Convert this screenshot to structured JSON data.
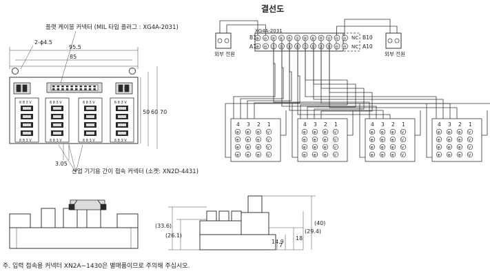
{
  "wiring": {
    "title": "결선도",
    "connector_model": "XG4A-2031",
    "row_b_left": "B1",
    "row_a_left": "A1",
    "row_b_right": "B10",
    "row_a_right": "A10",
    "nc_label": "NC",
    "power_left_label": "외부 전원",
    "power_right_label": "외부 전원",
    "top_pins": [
      "⊕",
      "⊖",
      "⑧",
      "⑥",
      "④",
      "②",
      "⑧",
      "⑥",
      "④",
      "②",
      "⊖",
      "⊖"
    ],
    "bottom_pins": [
      "⊕",
      "⊖",
      "⑦",
      "⑤",
      "③",
      "①",
      "⑦",
      "⑤",
      "③",
      "①",
      "⊖",
      "⊖"
    ],
    "module_headers": [
      "4",
      "3",
      "2",
      "1"
    ],
    "module_symbols": [
      "⊕",
      "⊕",
      "⊕",
      "⊕",
      "V"
    ]
  },
  "front_view": {
    "flat_cable_label": "플랫 케이블 커넥터 (MIL 타입 플러그 : XG4A-2031)",
    "hole_label": "2-ϕ4.5",
    "dim_width_outer": "95.5",
    "dim_width_inner": "85",
    "dim_h_50": "50",
    "dim_h_60": "60",
    "dim_h_70": "70",
    "dim_pitch": "3.05",
    "socket_label": "산업 기기용 간이 접속 커넥터 (소켓: XN2D-4431)",
    "module_text": "6 8 3 V"
  },
  "side_views": {
    "dim_33_6": "(33.6)",
    "dim_26_1": "(26.1)",
    "dim_40": "(40)",
    "dim_29_4": "(29.4)",
    "dim_18": "18",
    "dim_14_9": "14.9",
    "dim_7": "7"
  },
  "footnote": "주.  입력 접속용 커넥터 XN2A−1430은 별매품이므로 주의해 주십시오."
}
